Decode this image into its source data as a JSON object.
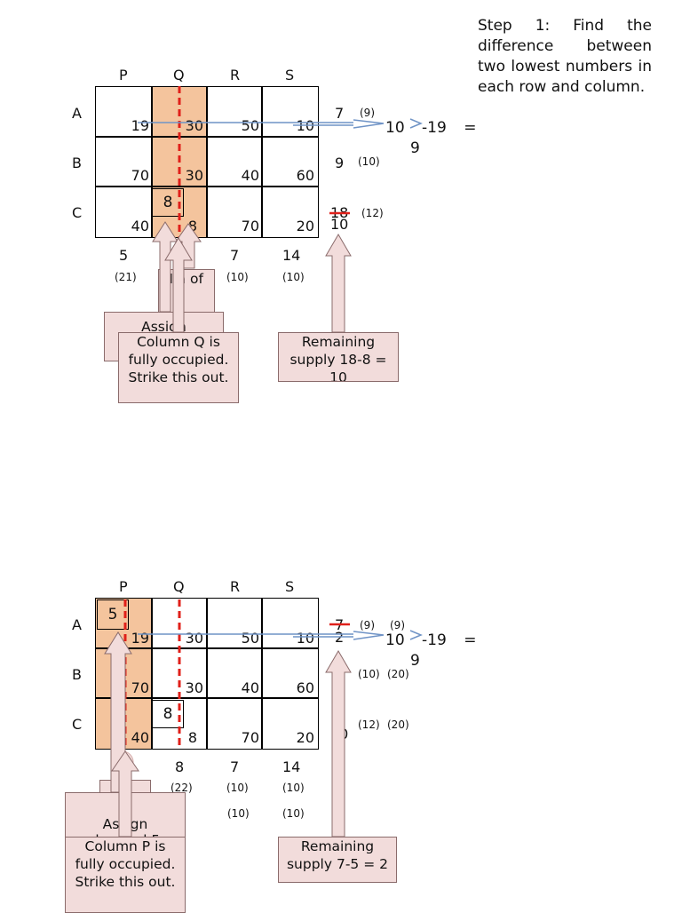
{
  "step": "Step 1:  Find the difference between two lowest numbers in each row and column.",
  "columns": [
    "P",
    "Q",
    "R",
    "S"
  ],
  "rows": [
    "A",
    "B",
    "C"
  ],
  "costs": [
    [
      "19",
      "30",
      "50",
      "10"
    ],
    [
      "70",
      "30",
      "40",
      "60"
    ],
    [
      "40",
      "8",
      "70",
      "20"
    ]
  ],
  "formula": "10 -19 =",
  "formula_result": "9",
  "panel1": {
    "supply": [
      "7",
      "9",
      "18"
    ],
    "supply_new": "10",
    "row_penalty": [
      "(9)",
      "(10)",
      "(12)"
    ],
    "demand": [
      "5",
      "",
      "7",
      "14"
    ],
    "col_penalty": [
      "(21)",
      "",
      "(10)",
      "(10)"
    ],
    "allocation": "8",
    "callout_min": "Min of",
    "callout_assign": "Assign",
    "callout_column": "Column Q is fully occupied. Strike this out.",
    "callout_remaining": "Remaining supply 18-8 = 10"
  },
  "panel2": {
    "supply_old": "7",
    "supply_new": "2",
    "supply_c": "10",
    "row_penalty_1": [
      "(9)",
      "(10)",
      "(12)"
    ],
    "row_penalty_2": [
      "(9)",
      "(20)",
      "(20)"
    ],
    "demand": [
      "",
      "8",
      "7",
      "14"
    ],
    "col_penalty_1": [
      "",
      "(22)",
      "(10)",
      "(10)"
    ],
    "col_penalty_2": [
      "",
      "",
      "(10)",
      "(10)"
    ],
    "allocation_p": "5",
    "allocation_q": "8",
    "callout_assign": "Assign",
    "callout_demand": "demand 5",
    "callout_column": "Column P is fully occupied. Strike this out.",
    "callout_remaining": "Remaining supply 7-5 = 2"
  }
}
